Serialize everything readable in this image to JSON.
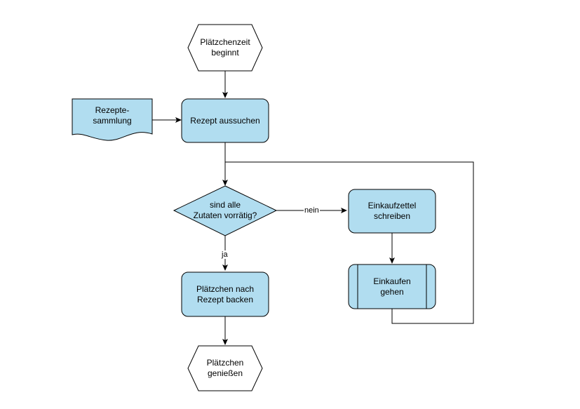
{
  "colors": {
    "process_fill": "#b1ddf0",
    "stroke": "#000000",
    "terminal_fill": "#ffffff",
    "background": "#ffffff"
  },
  "nodes": {
    "start": {
      "shape": "hexagon",
      "label_line1": "Plätzchenzeit",
      "label_line2": "beginnt"
    },
    "rezeptsammlung": {
      "shape": "document",
      "label_line1": "Rezepte-",
      "label_line2": "sammlung"
    },
    "rezept_aussuchen": {
      "shape": "rounded-rect",
      "label": "Rezept aussuchen"
    },
    "decision": {
      "shape": "diamond",
      "label_line1": "sind alle",
      "label_line2": "Zutaten vorrätig?"
    },
    "einkaufzettel": {
      "shape": "rounded-rect",
      "label_line1": "Einkaufzettel",
      "label_line2": "schreiben"
    },
    "einkaufen": {
      "shape": "subprocess",
      "label_line1": "Einkaufen",
      "label_line2": "gehen"
    },
    "backen": {
      "shape": "rounded-rect",
      "label_line1": "Plätzchen nach",
      "label_line2": "Rezept backen"
    },
    "end": {
      "shape": "hexagon",
      "label_line1": "Plätzchen",
      "label_line2": "genießen"
    }
  },
  "edges": {
    "no_label": "nein",
    "yes_label": "ja"
  }
}
